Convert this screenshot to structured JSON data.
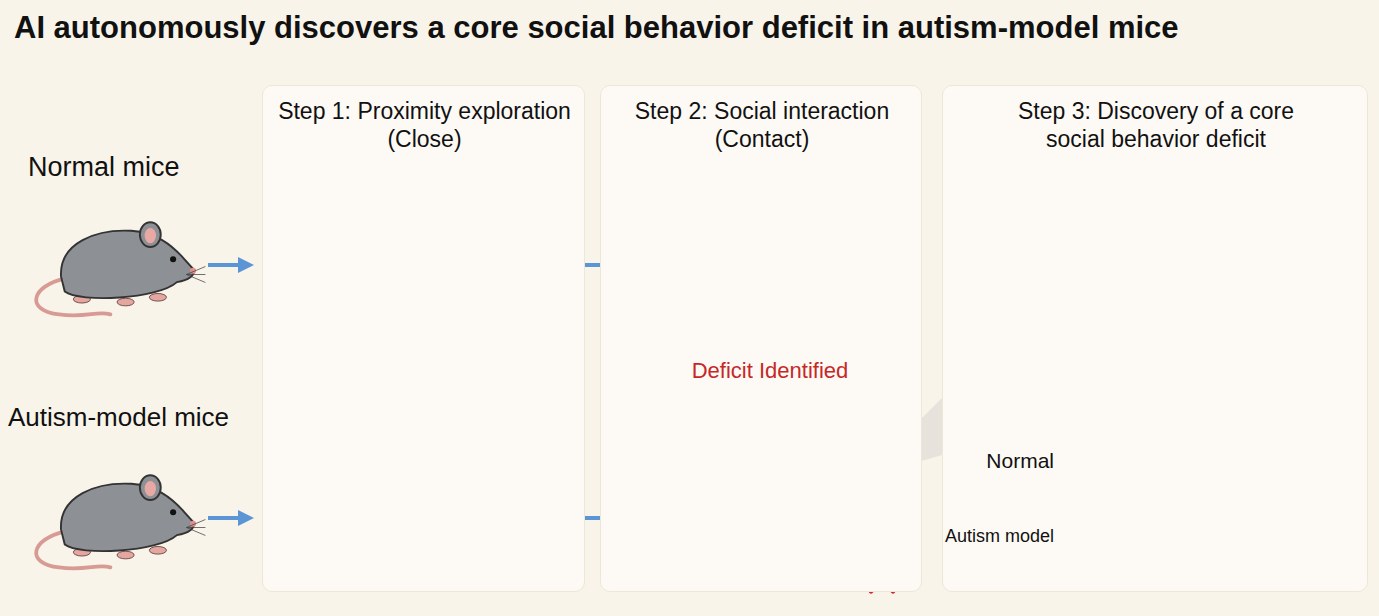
{
  "diagram": {
    "title": "AI autonomously discovers a core social behavior deficit in autism-model mice",
    "nodes": [
      {
        "text": [
          "Step 1: Proximity exploration (Close)"
        ]
      },
      {
        "text": [
          "Step 2: Social interaction (Contact)"
        ]
      },
      {
        "text": [
          "Step 3: Discovery of a core social behavior deficit"
        ]
      }
    ],
    "labels": [
      "Normal mice",
      "Autism-model mice",
      "Deficit Identified",
      "Normal",
      "Autism model"
    ]
  }
}
